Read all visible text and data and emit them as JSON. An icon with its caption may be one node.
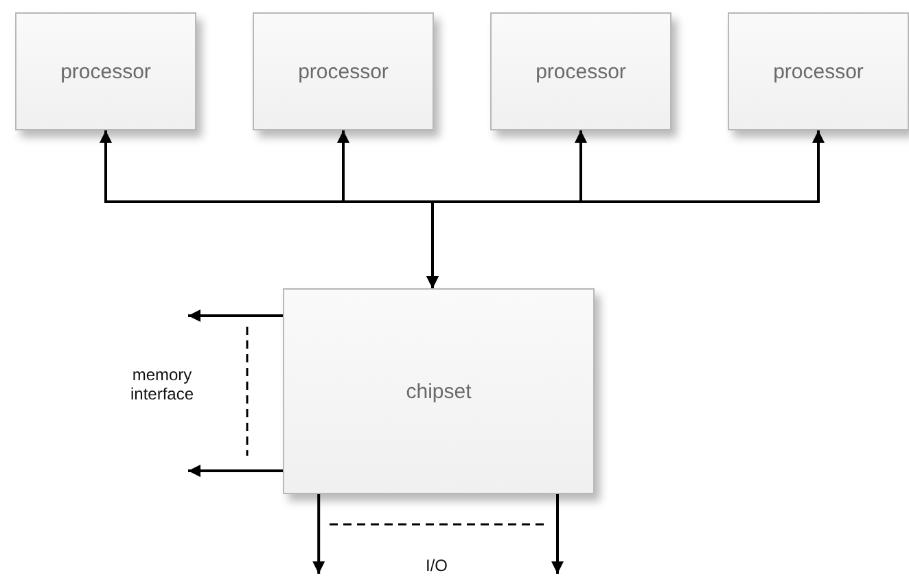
{
  "diagram": {
    "nodes": [
      {
        "text": [
          "processor"
        ]
      },
      {
        "text": [
          "processor"
        ]
      },
      {
        "text": [
          "processor"
        ]
      },
      {
        "text": [
          "processor"
        ]
      },
      {
        "text": [
          "chipset"
        ]
      }
    ],
    "edges": [
      {
        "from": 4,
        "to": 0,
        "arrow": "both"
      },
      {
        "from": 4,
        "to": 1,
        "arrow": "both"
      },
      {
        "from": 4,
        "to": 2,
        "arrow": "both"
      },
      {
        "from": 4,
        "to": 3,
        "arrow": "both"
      },
      {
        "from": 4,
        "to": null,
        "arrow": "to"
      },
      {
        "from": 4,
        "to": null,
        "arrow": "to"
      },
      {
        "from": 4,
        "to": null,
        "arrow": "to"
      },
      {
        "from": 4,
        "to": null,
        "arrow": "to"
      }
    ],
    "labels": [
      "memory interface",
      "I/O"
    ]
  }
}
